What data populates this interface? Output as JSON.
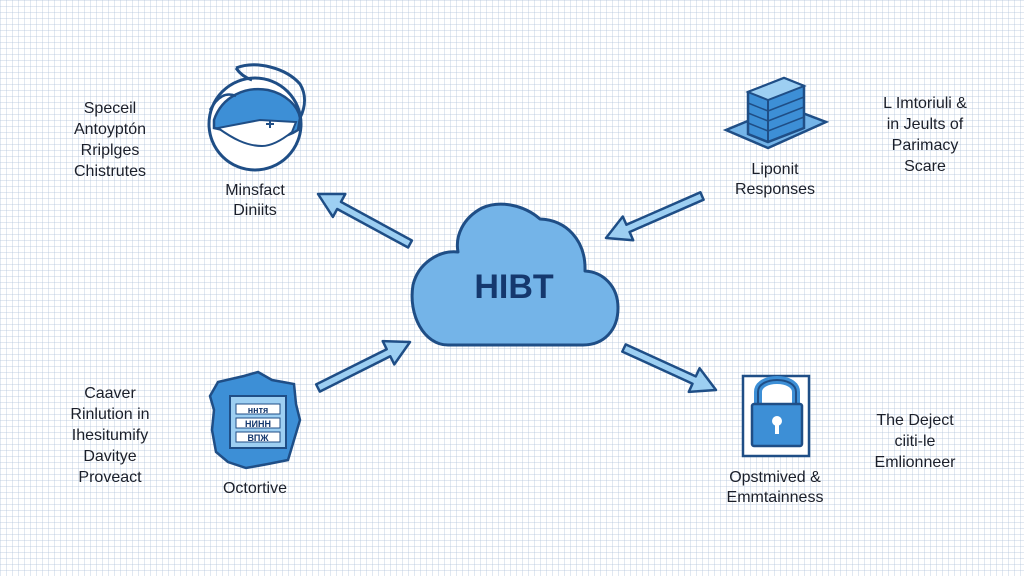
{
  "center": {
    "label": "HIBT"
  },
  "nodes": {
    "top_left": {
      "label_lines": [
        "Minsfact",
        "Diniits"
      ],
      "icon": "hooded-mask-icon"
    },
    "top_right": {
      "label_lines": [
        "Liponit",
        "Responses"
      ],
      "icon": "server-stack-icon"
    },
    "bottom_left": {
      "label_lines": [
        "Octortive"
      ],
      "icon": "circuit-chip-icon"
    },
    "bottom_right": {
      "label_lines": [
        "Opstmived &",
        "Emmtainness"
      ],
      "icon": "padlock-icon"
    }
  },
  "side_notes": {
    "top_left": [
      "Speceil",
      "Antoyptón",
      "Rriplges",
      "Chistrutes"
    ],
    "top_right": [
      "L Imtoriuli &",
      "in Jeults of",
      "Parimacy",
      "Scare"
    ],
    "bottom_left": [
      "Caaver",
      "Rinlution in",
      "Ihesitumify",
      "Davitye",
      "Proveact"
    ],
    "bottom_right": [
      "The Deject",
      "ciiti-le",
      "Emlionneer"
    ]
  },
  "chip_text": [
    "ннтя",
    "НИНН",
    "ВПЖ"
  ],
  "colors": {
    "accent": "#3d8fd6",
    "arrow_fill": "#9dcff2",
    "cloud_fill": "#74b4e8",
    "outline": "#1f4e86",
    "ink": "#1b1f2a",
    "title_ink": "#15386e"
  }
}
